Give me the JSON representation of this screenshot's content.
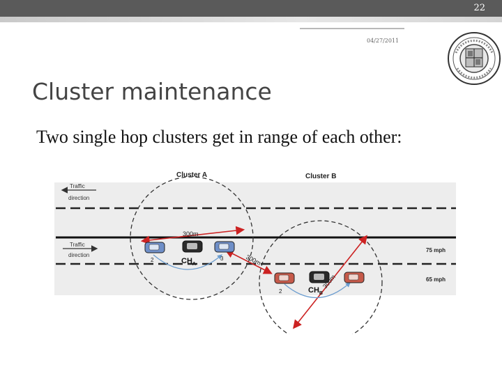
{
  "slide": {
    "number": "22",
    "date": "04/27/2011"
  },
  "title": "Cluster maintenance",
  "subtitle": "Two single hop clusters get in range of each other:",
  "logo": {
    "icon": "university-seal-icon"
  },
  "diagram": {
    "cluster_a_label": "Cluster A",
    "cluster_b_label": "Cluster B",
    "traffic_top": {
      "line1": "Traffic",
      "line2": "direction"
    },
    "traffic_bottom": {
      "line1": "Traffic",
      "line2": "direction"
    },
    "speed_fast": "75 mph",
    "speed_slow": "65 mph",
    "range_a_label": "300m",
    "range_between_label": "300m",
    "range_b_label": "300m",
    "ch_a_label": "CH",
    "ch_a_sub": "A",
    "ch_b_label": "CH",
    "ch_b_sub": "B",
    "node_a1": "2",
    "node_a2": "3",
    "node_b1": "2",
    "colors": {
      "arrow_red": "#cc2222",
      "link_blue": "#6a9ccf",
      "road": "#ededed",
      "car_blue": "#6f8fc8",
      "car_red": "#c65a4a",
      "car_dark": "#2a2a2a"
    }
  }
}
